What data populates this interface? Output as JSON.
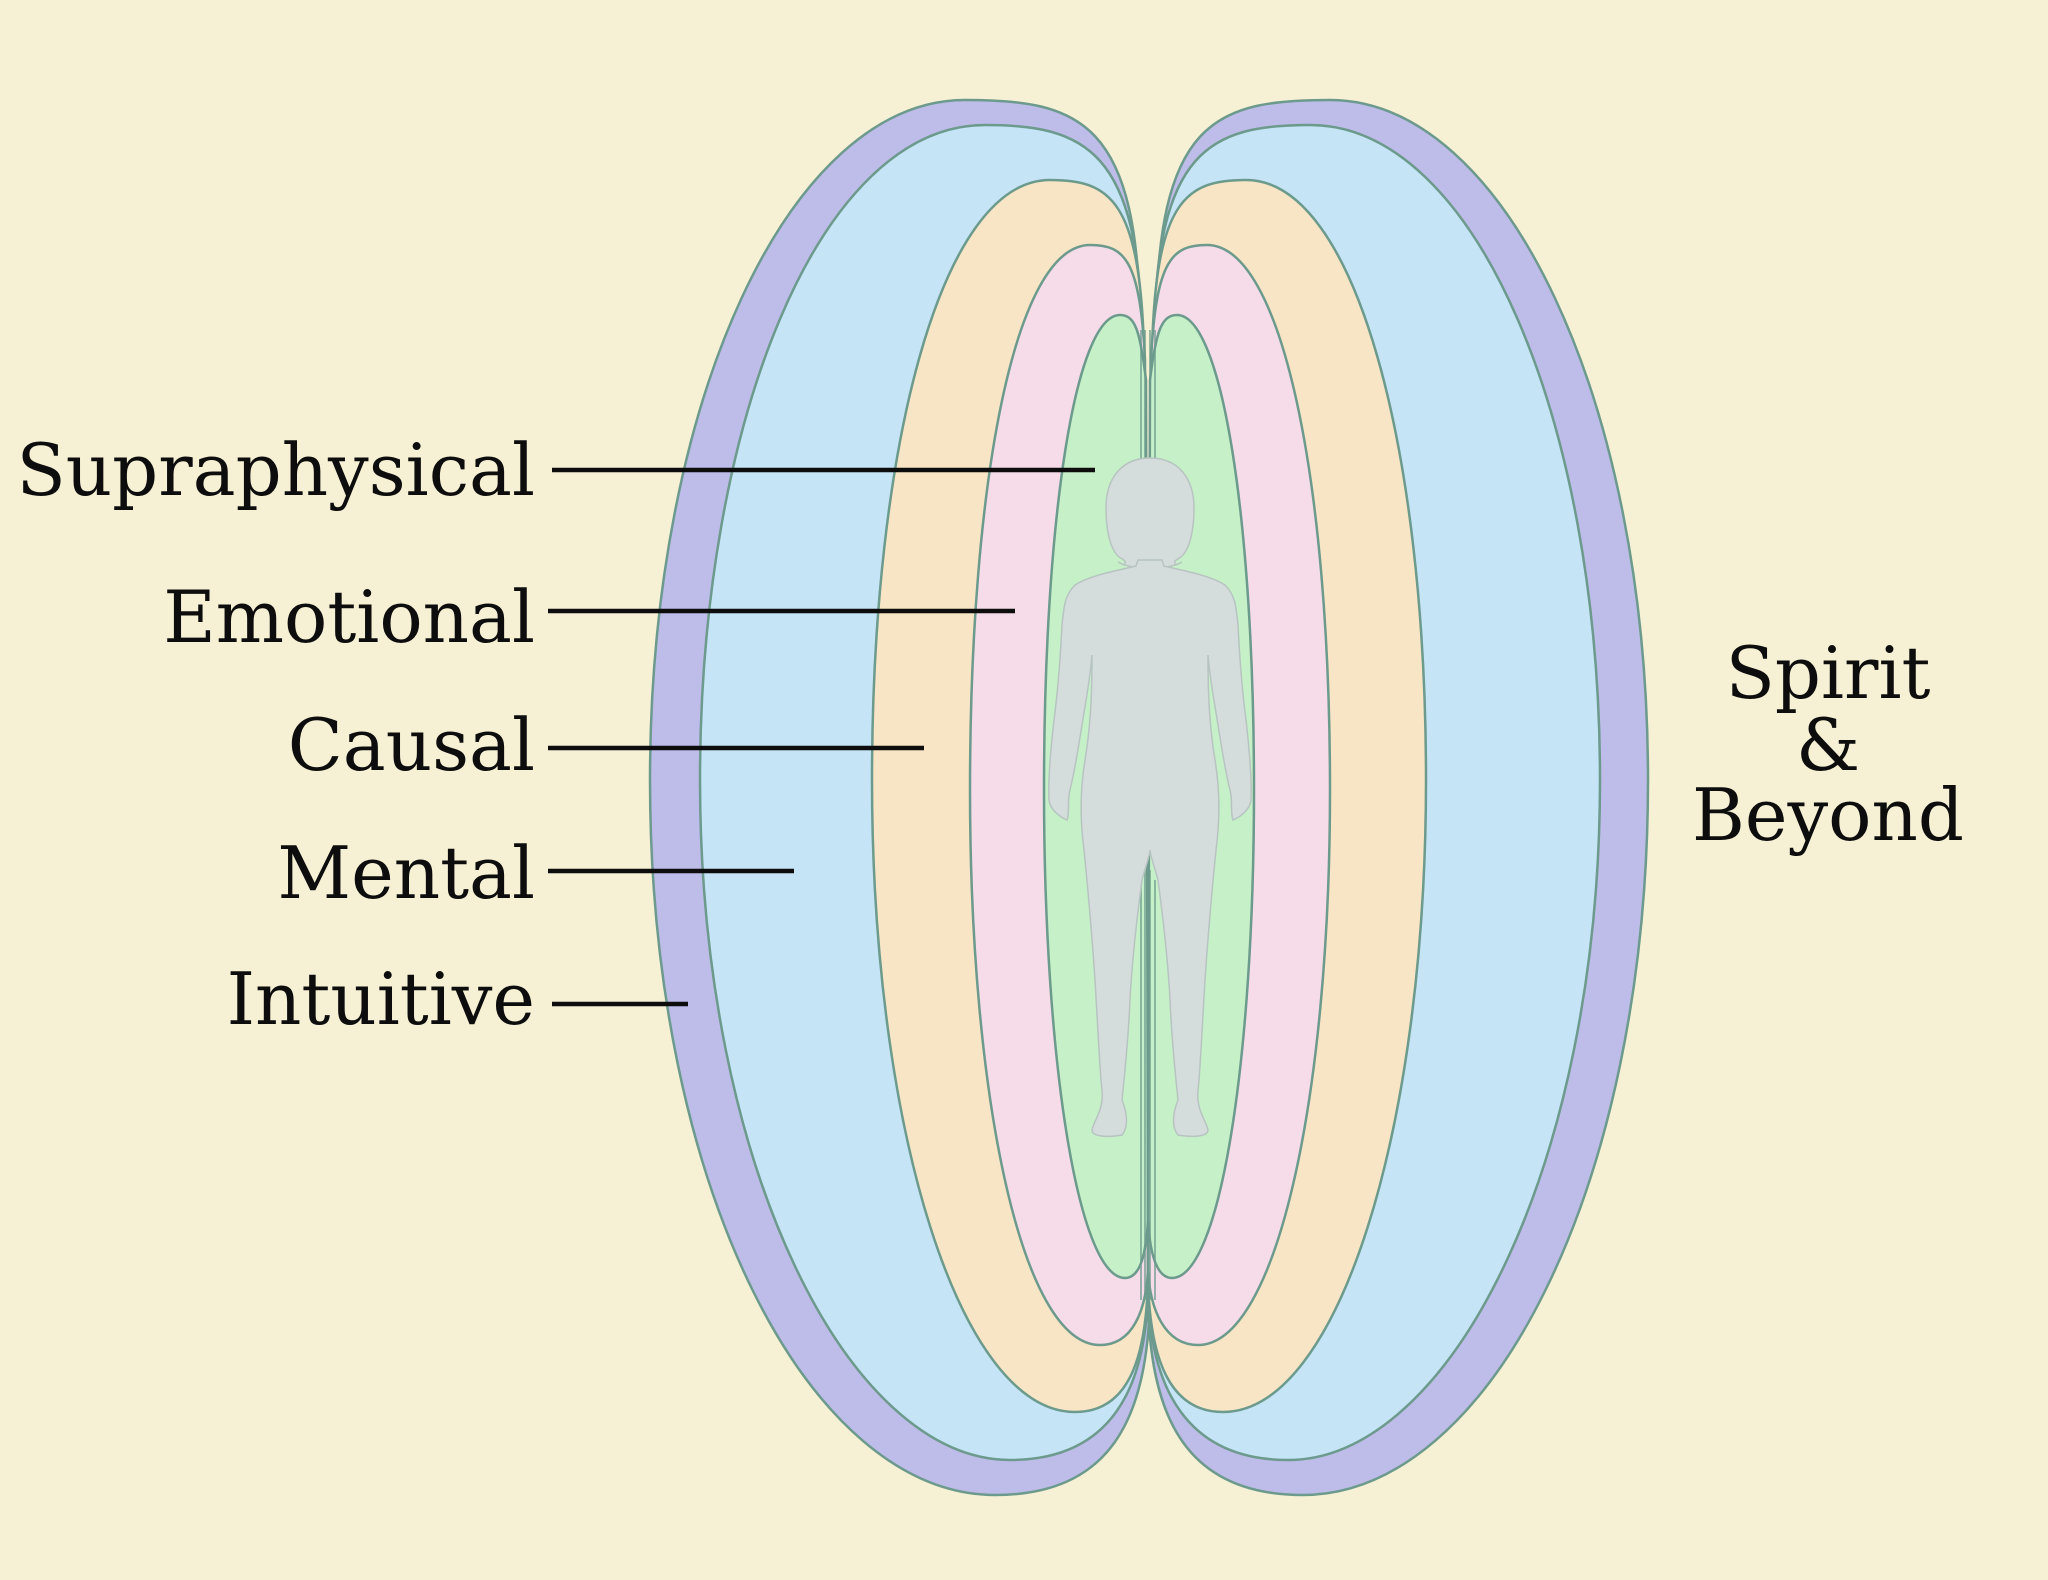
{
  "diagram": {
    "labels": {
      "suprasphysical": "Supraphysical",
      "emotional": "Emotional",
      "causal": "Causal",
      "mental": "Mental",
      "intuitive": "Intuitive"
    },
    "spirit": {
      "line1": "Spirit",
      "line2": "&",
      "line3": "Beyond"
    },
    "colors": {
      "background": "#f6f0d4",
      "spirit": "#bebde9",
      "intuitive": "#c5e4f6",
      "mental": "#f8e5c5",
      "causal": "#f5dce8",
      "emotional": "#c6f0c7",
      "body": "#d5dcdc",
      "outline": "#6c9a8c"
    }
  }
}
